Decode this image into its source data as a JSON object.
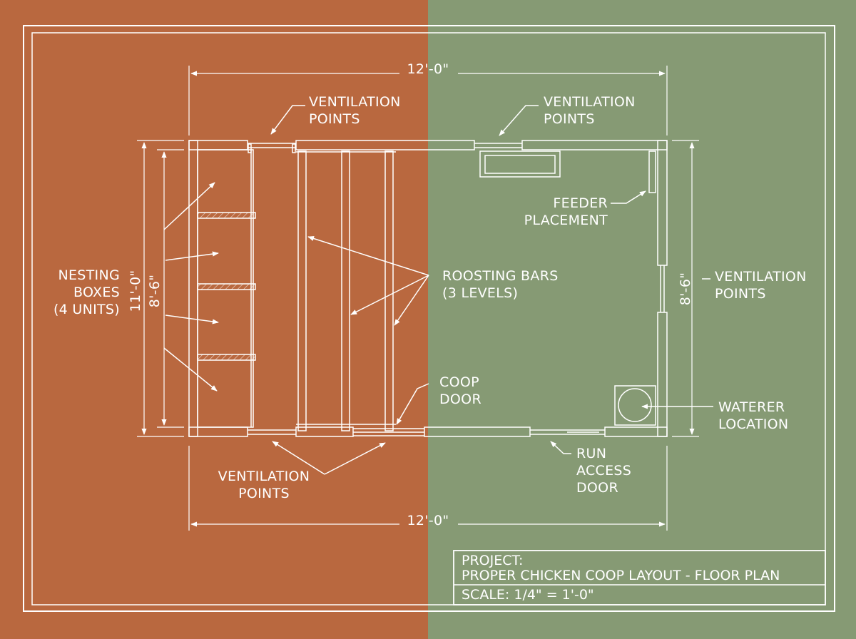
{
  "labels": {
    "dim_top": "12'-0\"",
    "dim_bottom": "12'-0\"",
    "dim_left_outer": "11'-0\"",
    "dim_left_inner": "8'-6\"",
    "dim_right": "8'-6\"",
    "vent_top_left": [
      "VENTILATION",
      "POINTS"
    ],
    "vent_top_right": [
      "VENTILATION",
      "POINTS"
    ],
    "vent_right": [
      "VENTILATION",
      "POINTS"
    ],
    "vent_bottom": [
      "VENTILATION",
      "POINTS"
    ],
    "feeder": [
      "FEEDER",
      "PLACEMENT"
    ],
    "nesting": [
      "NESTING",
      "BOXES",
      "(4 UNITS)"
    ],
    "roosting": [
      "ROOSTING BARS",
      "(3 LEVELS)"
    ],
    "coop_door": [
      "COOP",
      "DOOR"
    ],
    "waterer": [
      "WATERER",
      "LOCATION"
    ],
    "run_door": [
      "RUN",
      "ACCESS",
      "DOOR"
    ]
  },
  "title_block": {
    "project_label": "PROJECT:",
    "project_name": "PROPER CHICKEN COOP LAYOUT - FLOOR PLAN",
    "scale": "SCALE: 1/4\" = 1'-0\""
  },
  "colors": {
    "left_background": "#b9683f",
    "right_background": "#869a74",
    "linework": "#ffffff"
  }
}
